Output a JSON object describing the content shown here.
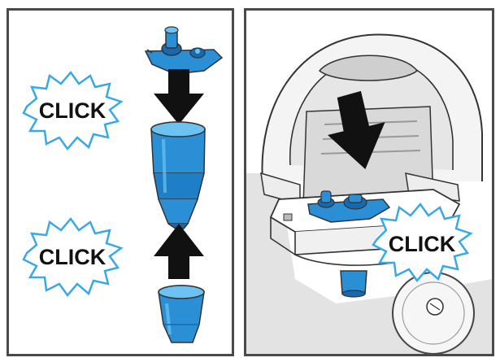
{
  "callouts": {
    "top": "CLICK",
    "bottom": "CLICK",
    "right": "CLICK"
  },
  "colors": {
    "part_blue": "#2b8fd6",
    "part_blue_dark": "#1769ad",
    "part_blue_light": "#6cc3f2",
    "arrow": "#111111",
    "burst_border": "#39a9e6",
    "outline": "#333333",
    "machine_shade": "#d8d8d8"
  },
  "icons": {
    "arrow_down": "arrow-down-icon",
    "arrow_up": "arrow-up-icon",
    "burst": "starburst-icon"
  }
}
